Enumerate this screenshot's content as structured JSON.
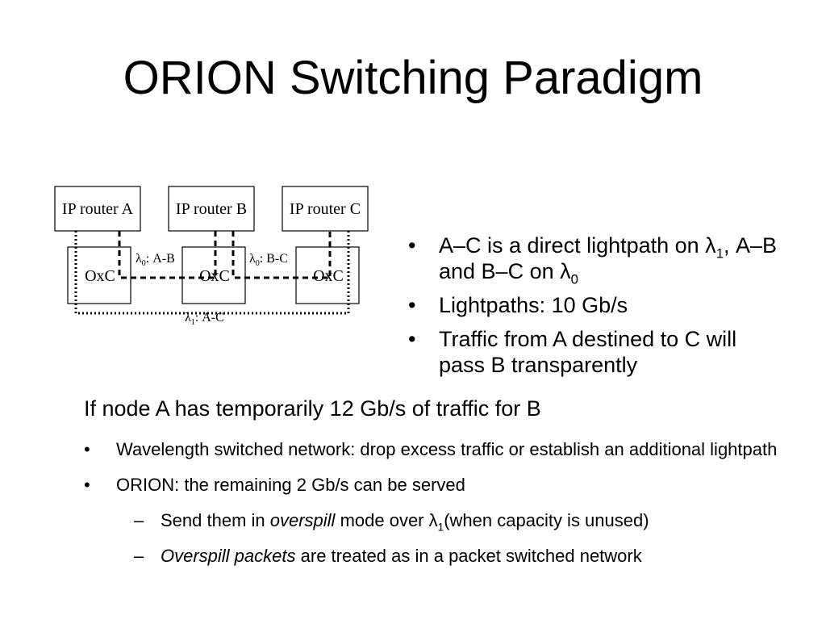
{
  "slide": {
    "title": "ORION Switching Paradigm"
  },
  "diagram": {
    "routers": [
      "IP router A",
      "IP router B",
      "IP router C"
    ],
    "switch_label": "OxC",
    "lambda_symbol": "λ",
    "link_ab_sub": "0",
    "link_ab_text": ": A-B",
    "link_bc_sub": "0",
    "link_bc_text": ": B-C",
    "link_ac_sub": "1",
    "link_ac_text": ": A-C"
  },
  "right_bullets": [
    {
      "bullet": "•",
      "p1": "A–C is a direct lightpath on λ",
      "s1": "1",
      "p2": ", A–B and B–C on λ",
      "s2": "0"
    },
    {
      "bullet": "•",
      "text": "Lightpaths: 10 Gb/s"
    },
    {
      "bullet": "•",
      "text": "Traffic from A destined to C will pass B transparently"
    }
  ],
  "lower": {
    "heading": "If node A has temporarily 12 Gb/s of traffic for B",
    "items": [
      {
        "bullet": "•",
        "text": "Wavelength switched network: drop excess traffic or establish an additional lightpath"
      },
      {
        "bullet": "•",
        "text": "ORION: the remaining 2 Gb/s can be served",
        "subitems": [
          {
            "dash": "–",
            "p1": "Send them in ",
            "em": "overspill",
            "p2": " mode over λ",
            "sub": "1",
            "p3": "(when capacity is unused)"
          },
          {
            "dash": "–",
            "em": "Overspill packets",
            "p1": " are treated as in a packet switched network"
          }
        ]
      }
    ]
  }
}
